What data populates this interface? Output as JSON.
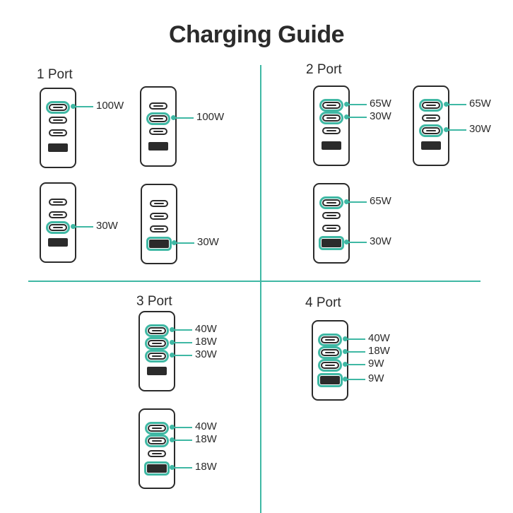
{
  "title": "Charging Guide",
  "colors": {
    "accent": "#3fb8a4",
    "ink": "#2b2b2b",
    "divider": "#3fb8a4"
  },
  "sections": {
    "one_port": {
      "label": "1 Port",
      "configs": [
        {
          "ports": [
            "c-active",
            "c",
            "c",
            "a"
          ],
          "watts": [
            "100W"
          ]
        },
        {
          "ports": [
            "c",
            "c-active",
            "c",
            "a"
          ],
          "watts": [
            "100W"
          ]
        },
        {
          "ports": [
            "c",
            "c",
            "c-active",
            "a"
          ],
          "watts": [
            "30W"
          ]
        },
        {
          "ports": [
            "c",
            "c",
            "c",
            "a-active"
          ],
          "watts": [
            "30W"
          ]
        }
      ]
    },
    "two_port": {
      "label": "2 Port",
      "configs": [
        {
          "ports": [
            "c-active",
            "c-active",
            "c",
            "a"
          ],
          "watts": [
            "65W",
            "30W"
          ]
        },
        {
          "ports": [
            "c-active",
            "c",
            "c-active",
            "a"
          ],
          "watts": [
            "65W",
            "30W"
          ]
        },
        {
          "ports": [
            "c-active",
            "c",
            "c",
            "a-active"
          ],
          "watts": [
            "65W",
            "30W"
          ]
        }
      ]
    },
    "three_port": {
      "label": "3 Port",
      "configs": [
        {
          "ports": [
            "c-active",
            "c-active",
            "c-active",
            "a"
          ],
          "watts": [
            "40W",
            "18W",
            "30W"
          ]
        },
        {
          "ports": [
            "c-active",
            "c-active",
            "c",
            "a-active"
          ],
          "watts": [
            "40W",
            "18W",
            "18W"
          ]
        }
      ]
    },
    "four_port": {
      "label": "4 Port",
      "configs": [
        {
          "ports": [
            "c-active",
            "c-active",
            "c-active",
            "a-active"
          ],
          "watts": [
            "40W",
            "18W",
            "9W",
            "9W"
          ]
        }
      ]
    }
  }
}
